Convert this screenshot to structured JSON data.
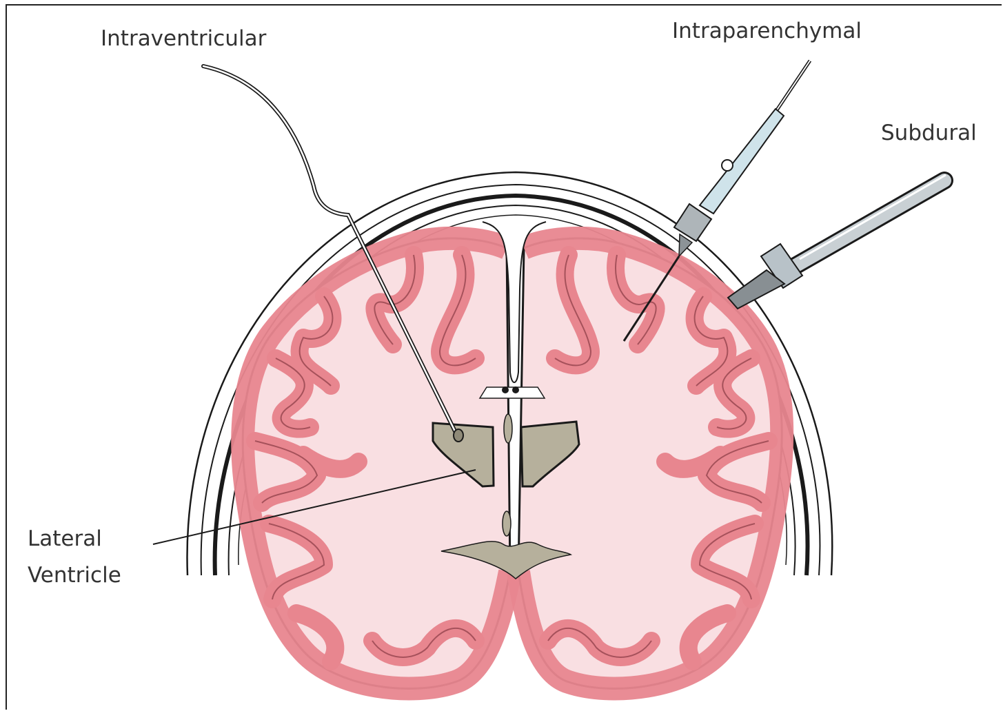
{
  "labels": {
    "intraventricular": "Intraventricular",
    "intraparenchymal": "Intraparenchymal",
    "subdural": "Subdural",
    "lateral_ventricle_line1": "Lateral",
    "lateral_ventricle_line2": "Ventricle"
  },
  "colors": {
    "cortex": "#e8868f",
    "white_matter": "#f9dfe2",
    "ventricle": "#b6b09c",
    "outline": "#1a1a1a",
    "probe": "#b8c2c8"
  }
}
